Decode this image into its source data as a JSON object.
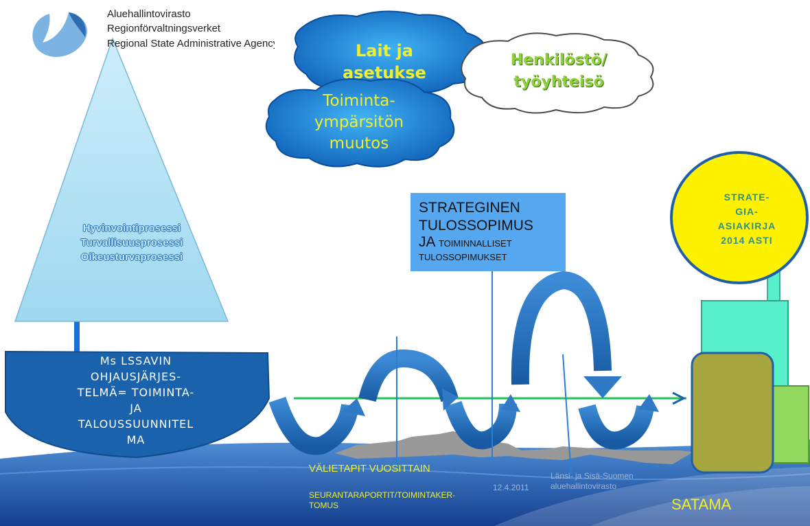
{
  "logo": {
    "line1": "Aluehallintovirasto",
    "line2": "Regionförvaltningsverket",
    "line3": "Regional State Administrative Agency"
  },
  "clouds": {
    "laws": {
      "line1": "Lait ja",
      "line2": "asetukse"
    },
    "staff": {
      "line1": "Henkilöstö/",
      "line2": "työyhteisö"
    },
    "environment": {
      "line1": "Toiminta-",
      "line2": "ympärsitön",
      "line3": "muutos"
    }
  },
  "triangle": {
    "line1": "Hyvinvointiprosessi",
    "line2": "Turvallisuusprosessi",
    "line3": "Oikeusturvaprosessi"
  },
  "ship": {
    "lines": [
      "Ms LSSAVIN",
      "OHJAUSJÄRJES-",
      "TELMÄ= TOIMINTA-",
      "JA",
      "TALOUSSUUNNITEL",
      "MA"
    ]
  },
  "agreement_box": {
    "line1": "STRATEGINEN",
    "line2": "TULOSSOPIMUS",
    "line3_big": "JA",
    "line3_small": "TOIMINNALLISET",
    "line4": "TULOSSOPIMUKSET"
  },
  "strategy_sun": {
    "lines": [
      "STRATE-",
      "GIA-",
      "ASIAKIRJA",
      "2014 ASTI"
    ]
  },
  "labels": {
    "milestones": "VÄLIETAPIT VUOSITTAIN",
    "reports_line1": "SEURANTARAPORTIT/TOIMINTAKER-",
    "reports_line2": "TOMUS",
    "harbour": "SATAMA"
  },
  "footer": {
    "date": "12.4.2011",
    "org_line1": "Länsi- ja Sisä-Suomen",
    "org_line2": "aluehallintovirasto"
  },
  "colors": {
    "ship": "#1a62ab",
    "cloud": "#1d8fe0",
    "cloud_text_yellow": "#f2ef2a",
    "staff_cloud_text": "#8fd13b",
    "agreement_box": "#55a8ef",
    "sun": "#fff200",
    "harbour_teal": "#58efcb",
    "harbour_olive": "#a7a63e",
    "harbour_green": "#93d960",
    "sea": "#1d4f9f",
    "timeline_green": "#22c15a"
  }
}
